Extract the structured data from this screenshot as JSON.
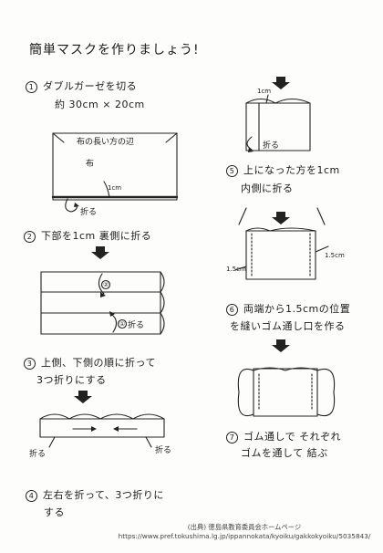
{
  "title": "簡単マスクを作りましょう!",
  "steps": [
    {
      "num": "1",
      "line1": "ダブルガーゼを切る",
      "line2": "約 30cm × 20cm"
    },
    {
      "num": "2",
      "line1": "下部を1cm 裏側に折る"
    },
    {
      "num": "3",
      "line1": "上側、下側の順に折って",
      "line2": "3つ折りにする"
    },
    {
      "num": "4",
      "line1": "左右を折って、3つ折りに",
      "line2": "する"
    },
    {
      "num": "5",
      "line1": "上になった方を1cm",
      "line2": "内側に折る"
    },
    {
      "num": "6",
      "line1": "両端から1.5cmの位置",
      "line2": "を縫いゴム通し口を作る"
    },
    {
      "num": "7",
      "line1": "ゴム通しで それぞれ",
      "line2": "ゴムを通して 結ぶ"
    }
  ],
  "labels": {
    "fabric_long_side": "布の長い方の辺",
    "fabric": "布",
    "one_cm": "1cm",
    "fold": "折る",
    "one_cm_top": "1cm",
    "one_five_cm_right": "1.5cm",
    "one_five_cm_left": "1.5cm",
    "circle_2": "②",
    "circle_1": "①"
  },
  "credit": {
    "line1": "(出典) 徳島県教育委員会ホームページ",
    "line2": "https://www.pref.tokushima.lg.jp/ippannokata/kyoiku/gakkokyoiku/5035843/"
  }
}
